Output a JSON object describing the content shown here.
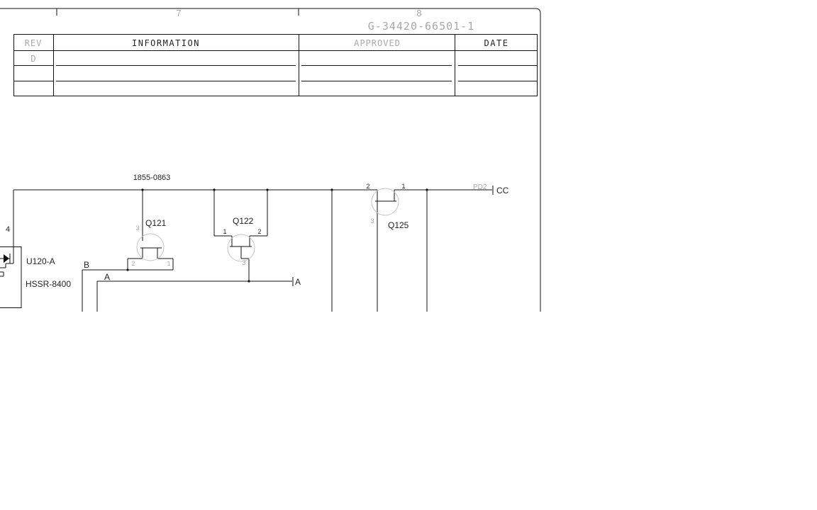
{
  "title_block": {
    "zone_numbers": [
      "7",
      "8"
    ],
    "drawing_number": "G-34420-66501-1"
  },
  "revision_table": {
    "headers": [
      "REV",
      "INFORMATION",
      "APPROVED",
      "DATE"
    ],
    "rows": [
      [
        "D",
        "",
        "",
        ""
      ],
      [
        "",
        "",
        "",
        ""
      ],
      [
        "",
        "",
        "",
        ""
      ]
    ]
  },
  "schematic": {
    "net_label": "1855-0863",
    "components": {
      "u120": {
        "ref": "U120-A",
        "part": "HSSR-8400",
        "pin": "4"
      },
      "q121": {
        "ref": "Q121",
        "pins": [
          "3",
          "2",
          "1"
        ]
      },
      "q122": {
        "ref": "Q122",
        "pins": [
          "1",
          "2",
          "3"
        ]
      },
      "q125": {
        "ref": "Q125",
        "pins": [
          "2",
          "1",
          "3"
        ]
      }
    },
    "signals": {
      "b": "B",
      "a_left": "A",
      "a_right": "A"
    },
    "power": {
      "rail_label": "PD2",
      "rail_name": "CC"
    }
  }
}
